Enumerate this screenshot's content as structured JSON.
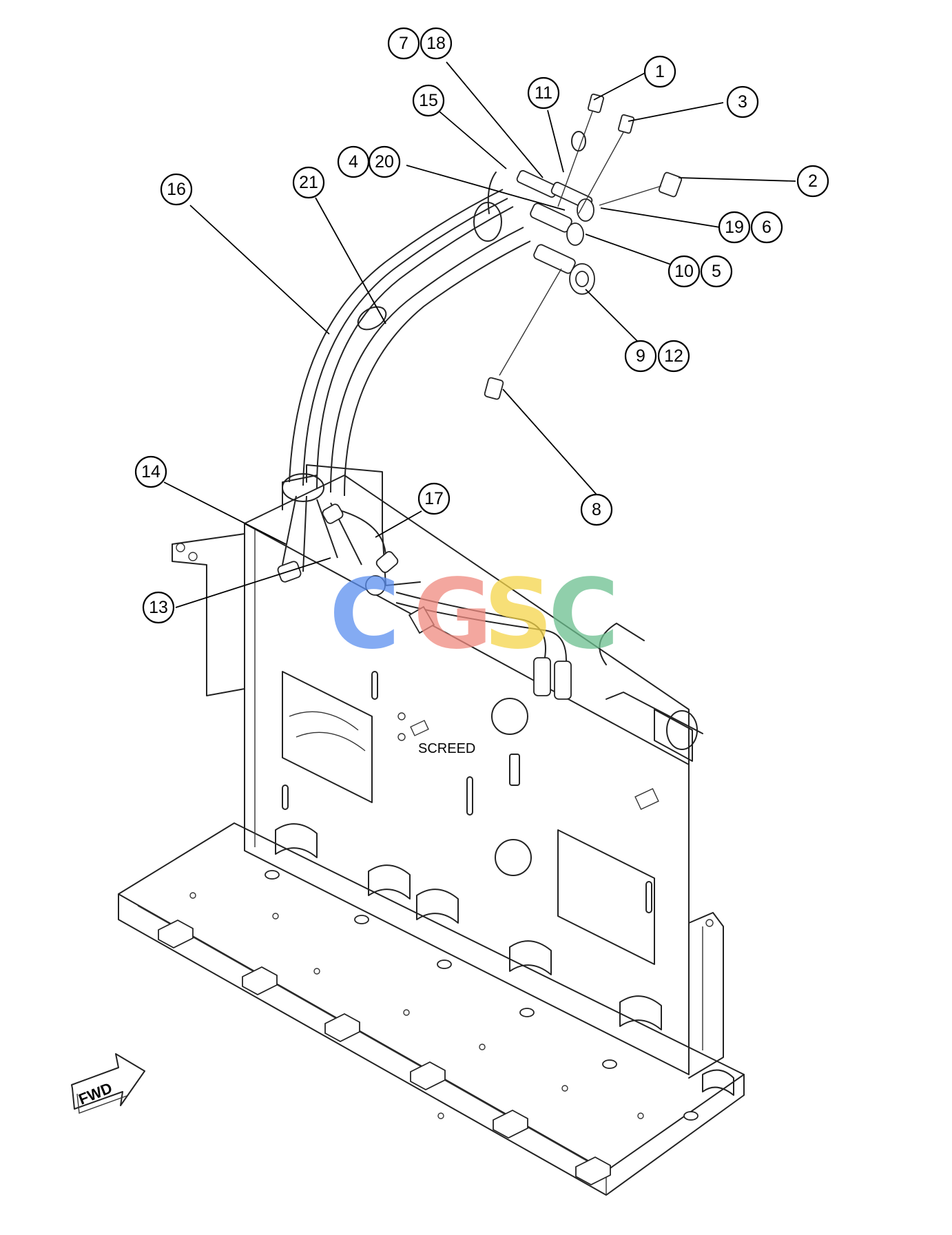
{
  "diagram": {
    "plate_label": "SCREED",
    "direction_label": "FWD",
    "watermark": {
      "letters": [
        "C",
        "G",
        "S",
        "C"
      ],
      "colors": [
        "#5b8ff0",
        "#f08a80",
        "#f5d54a",
        "#6cc08f"
      ]
    },
    "callouts": [
      {
        "id": "c1",
        "label": "1"
      },
      {
        "id": "c2",
        "label": "2"
      },
      {
        "id": "c3",
        "label": "3"
      },
      {
        "id": "c4",
        "label": "4"
      },
      {
        "id": "c5",
        "label": "5"
      },
      {
        "id": "c6",
        "label": "6"
      },
      {
        "id": "c7",
        "label": "7"
      },
      {
        "id": "c8",
        "label": "8"
      },
      {
        "id": "c9",
        "label": "9"
      },
      {
        "id": "c10",
        "label": "10"
      },
      {
        "id": "c11",
        "label": "11"
      },
      {
        "id": "c12",
        "label": "12"
      },
      {
        "id": "c13",
        "label": "13"
      },
      {
        "id": "c14",
        "label": "14"
      },
      {
        "id": "c15",
        "label": "15"
      },
      {
        "id": "c16",
        "label": "16"
      },
      {
        "id": "c17",
        "label": "17"
      },
      {
        "id": "c18",
        "label": "18"
      },
      {
        "id": "c19",
        "label": "19"
      },
      {
        "id": "c20",
        "label": "20"
      },
      {
        "id": "c21",
        "label": "21"
      }
    ]
  }
}
